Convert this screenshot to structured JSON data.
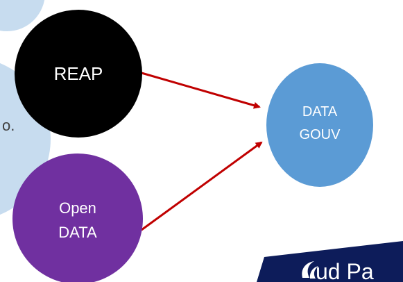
{
  "nodes": {
    "reap": {
      "label": "REAP",
      "fill": "#000000",
      "text_color": "#ffffff"
    },
    "open_data": {
      "line1": "Open",
      "line2": "DATA",
      "fill": "#7030a0",
      "text_color": "#ffffff"
    },
    "data_gouv": {
      "line1": "DATA",
      "line2": "GOUV",
      "fill": "#5b9bd5",
      "text_color": "#ffffff"
    }
  },
  "background_shapes": {
    "fill": "#c7dcef",
    "fragment_text": "o."
  },
  "arrows": {
    "color": "#c00000",
    "edges": [
      {
        "from": "reap",
        "to": "data_gouv"
      },
      {
        "from": "open_data",
        "to": "data_gouv"
      }
    ]
  },
  "logo": {
    "banner_fill": "#0d1c5a",
    "text": "ud Pa",
    "text_color": "#ffffff"
  }
}
